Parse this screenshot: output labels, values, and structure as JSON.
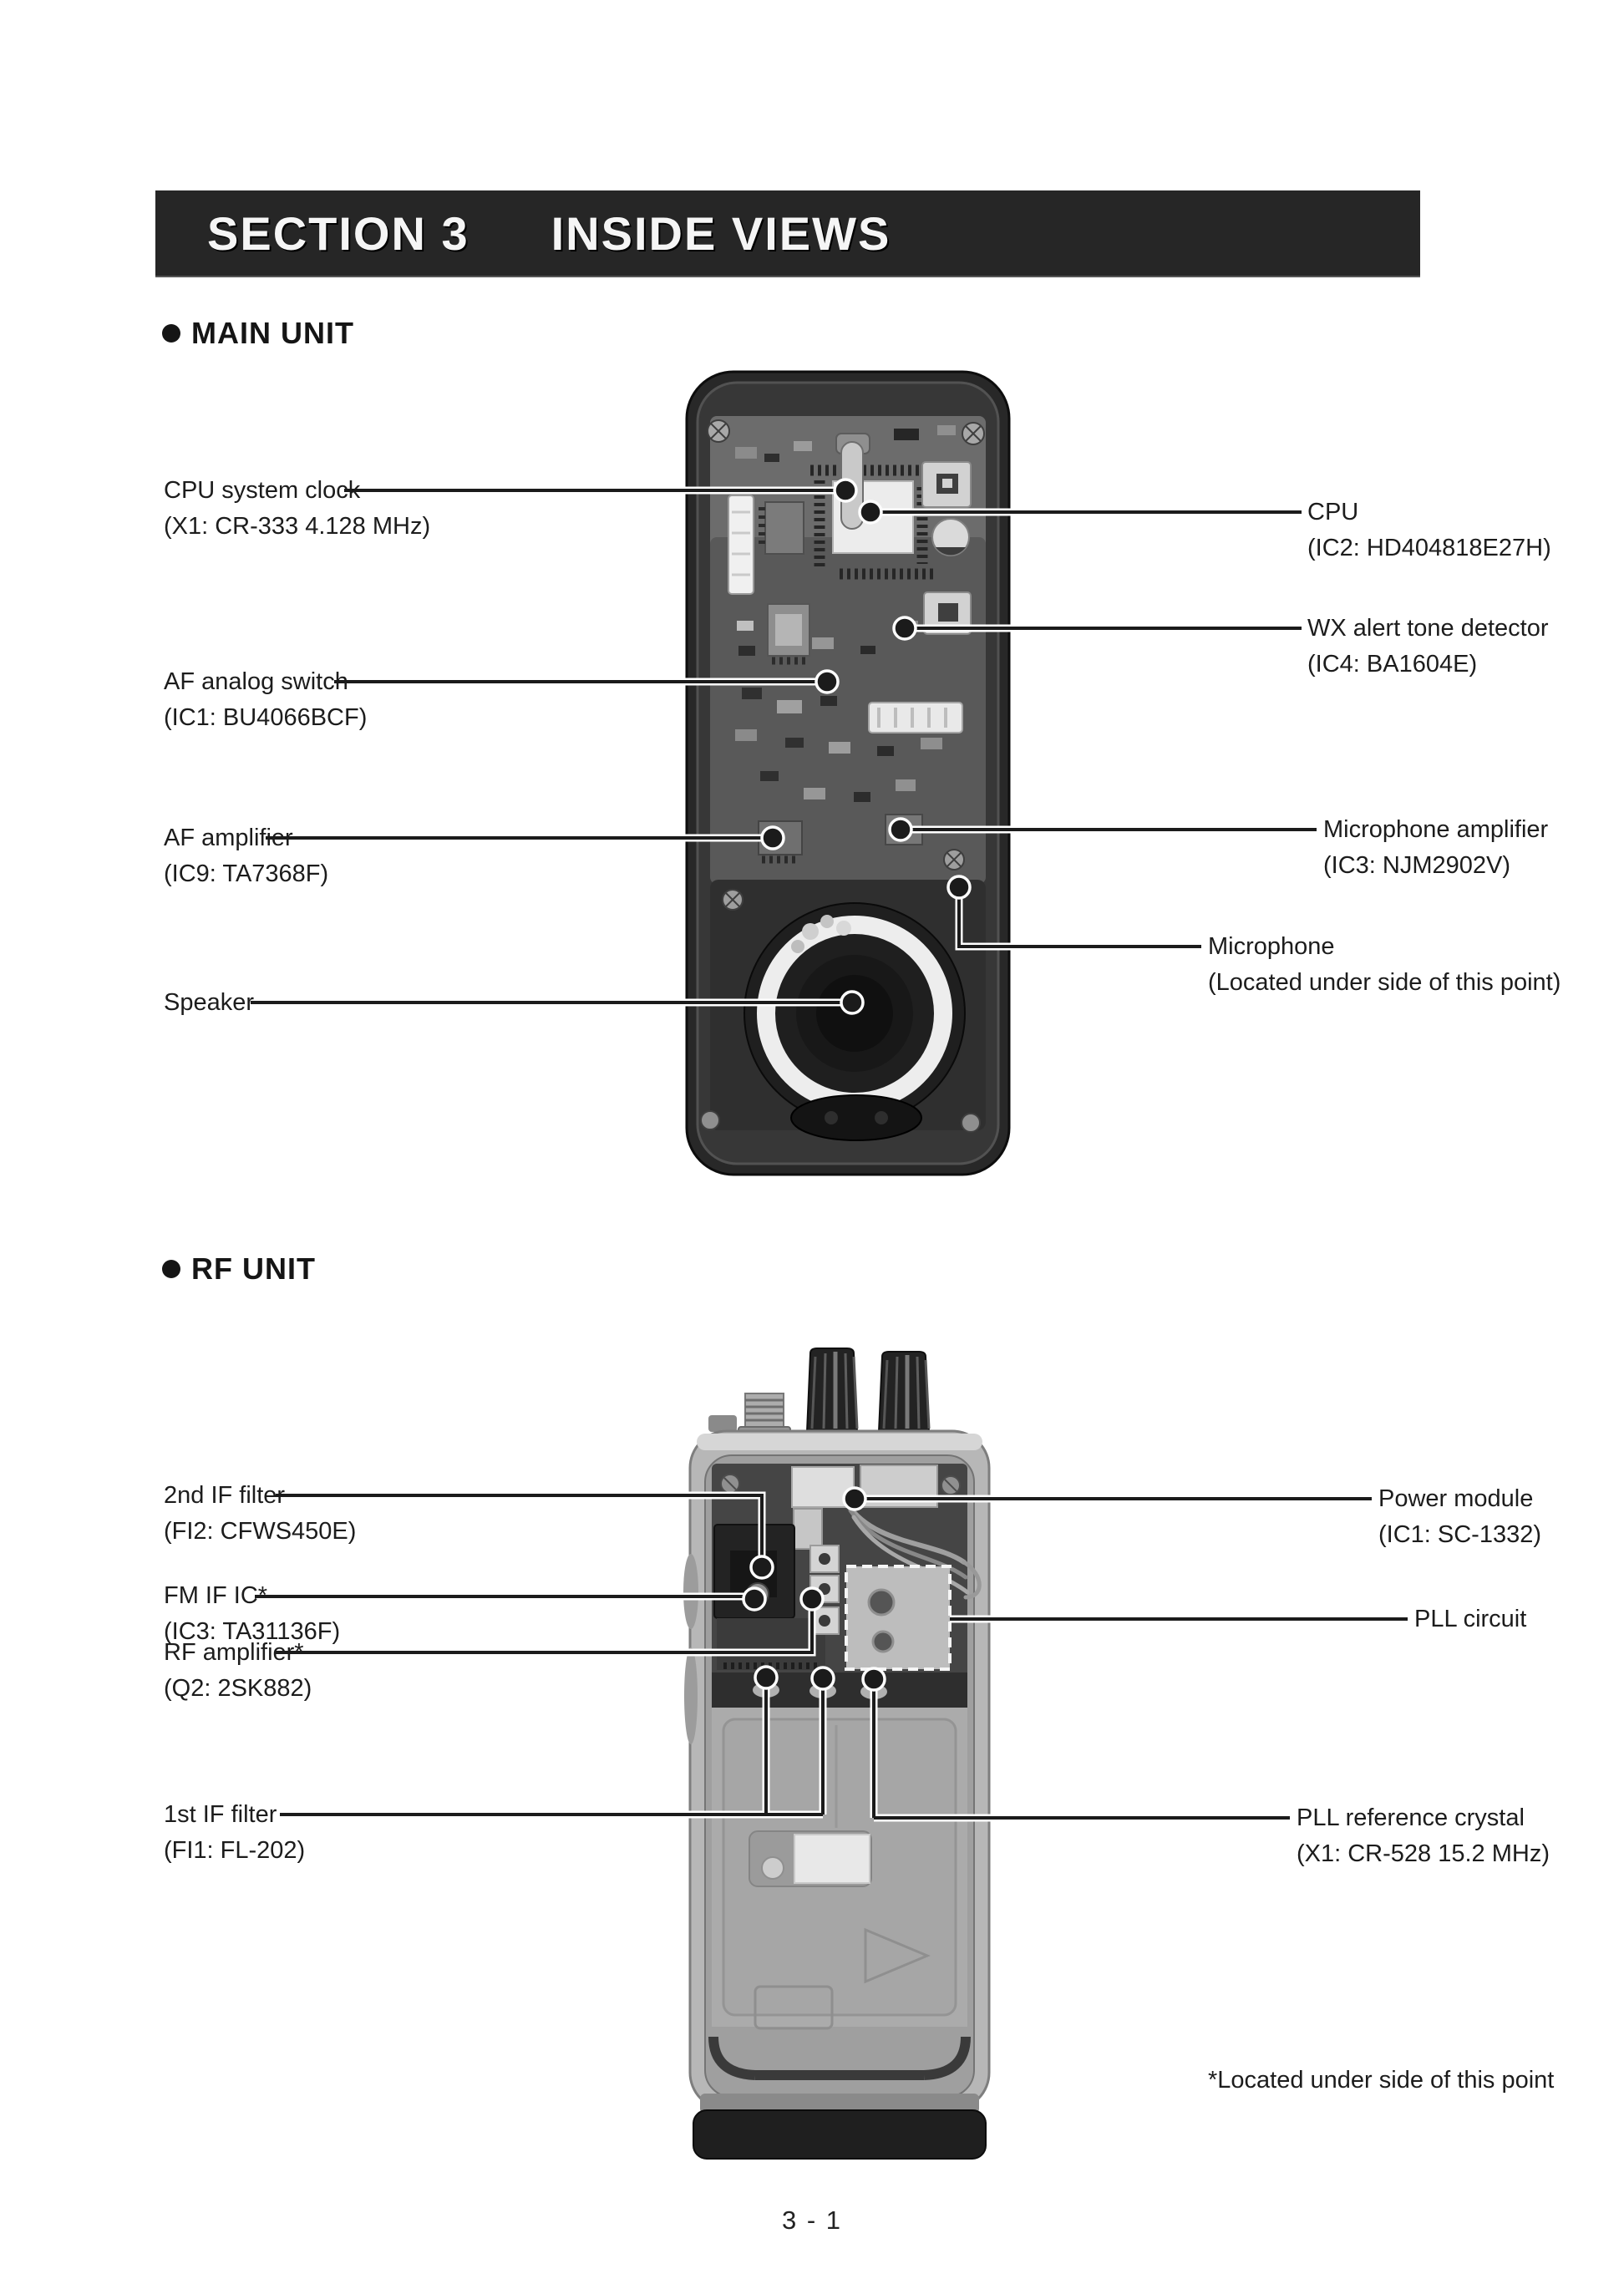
{
  "header": {
    "section": "SECTION 3",
    "title": "INSIDE VIEWS"
  },
  "main_unit": {
    "heading": "MAIN UNIT",
    "callouts": {
      "cpu_clock": {
        "name": "CPU system clock",
        "part": "(X1: CR-333 4.128 MHz)"
      },
      "cpu": {
        "name": "CPU",
        "part": "(IC2: HD404818E27H)"
      },
      "wx": {
        "name": "WX alert tone detector",
        "part": "(IC4: BA1604E)"
      },
      "af_switch": {
        "name": "AF analog switch",
        "part": "(IC1: BU4066BCF)"
      },
      "af_amp": {
        "name": "AF amplifier",
        "part": "(IC9: TA7368F)"
      },
      "mic_amp": {
        "name": "Microphone amplifier",
        "part": "(IC3: NJM2902V)"
      },
      "mic": {
        "name": "Microphone",
        "part": "(Located under side of this point)"
      },
      "speaker": {
        "name": "Speaker",
        "part": ""
      }
    }
  },
  "rf_unit": {
    "heading": "RF UNIT",
    "callouts": {
      "if2": {
        "name": "2nd IF filter",
        "part": "(FI2: CFWS450E)"
      },
      "fmific": {
        "name": "FM IF IC*",
        "part": "(IC3: TA31136F)"
      },
      "rfamp": {
        "name": "RF amplifier*",
        "part": "(Q2: 2SK882)"
      },
      "if1": {
        "name": "1st IF filter",
        "part": "(FI1: FL-202)"
      },
      "power": {
        "name": "Power module",
        "part": "(IC1: SC-1332)"
      },
      "pll": {
        "name": "PLL circuit",
        "part": ""
      },
      "pllref": {
        "name": "PLL reference crystal",
        "part": "(X1: CR-528 15.2 MHz)"
      }
    },
    "footnote": "*Located under side of this point"
  },
  "footer": {
    "page_number": "3 - 1"
  }
}
